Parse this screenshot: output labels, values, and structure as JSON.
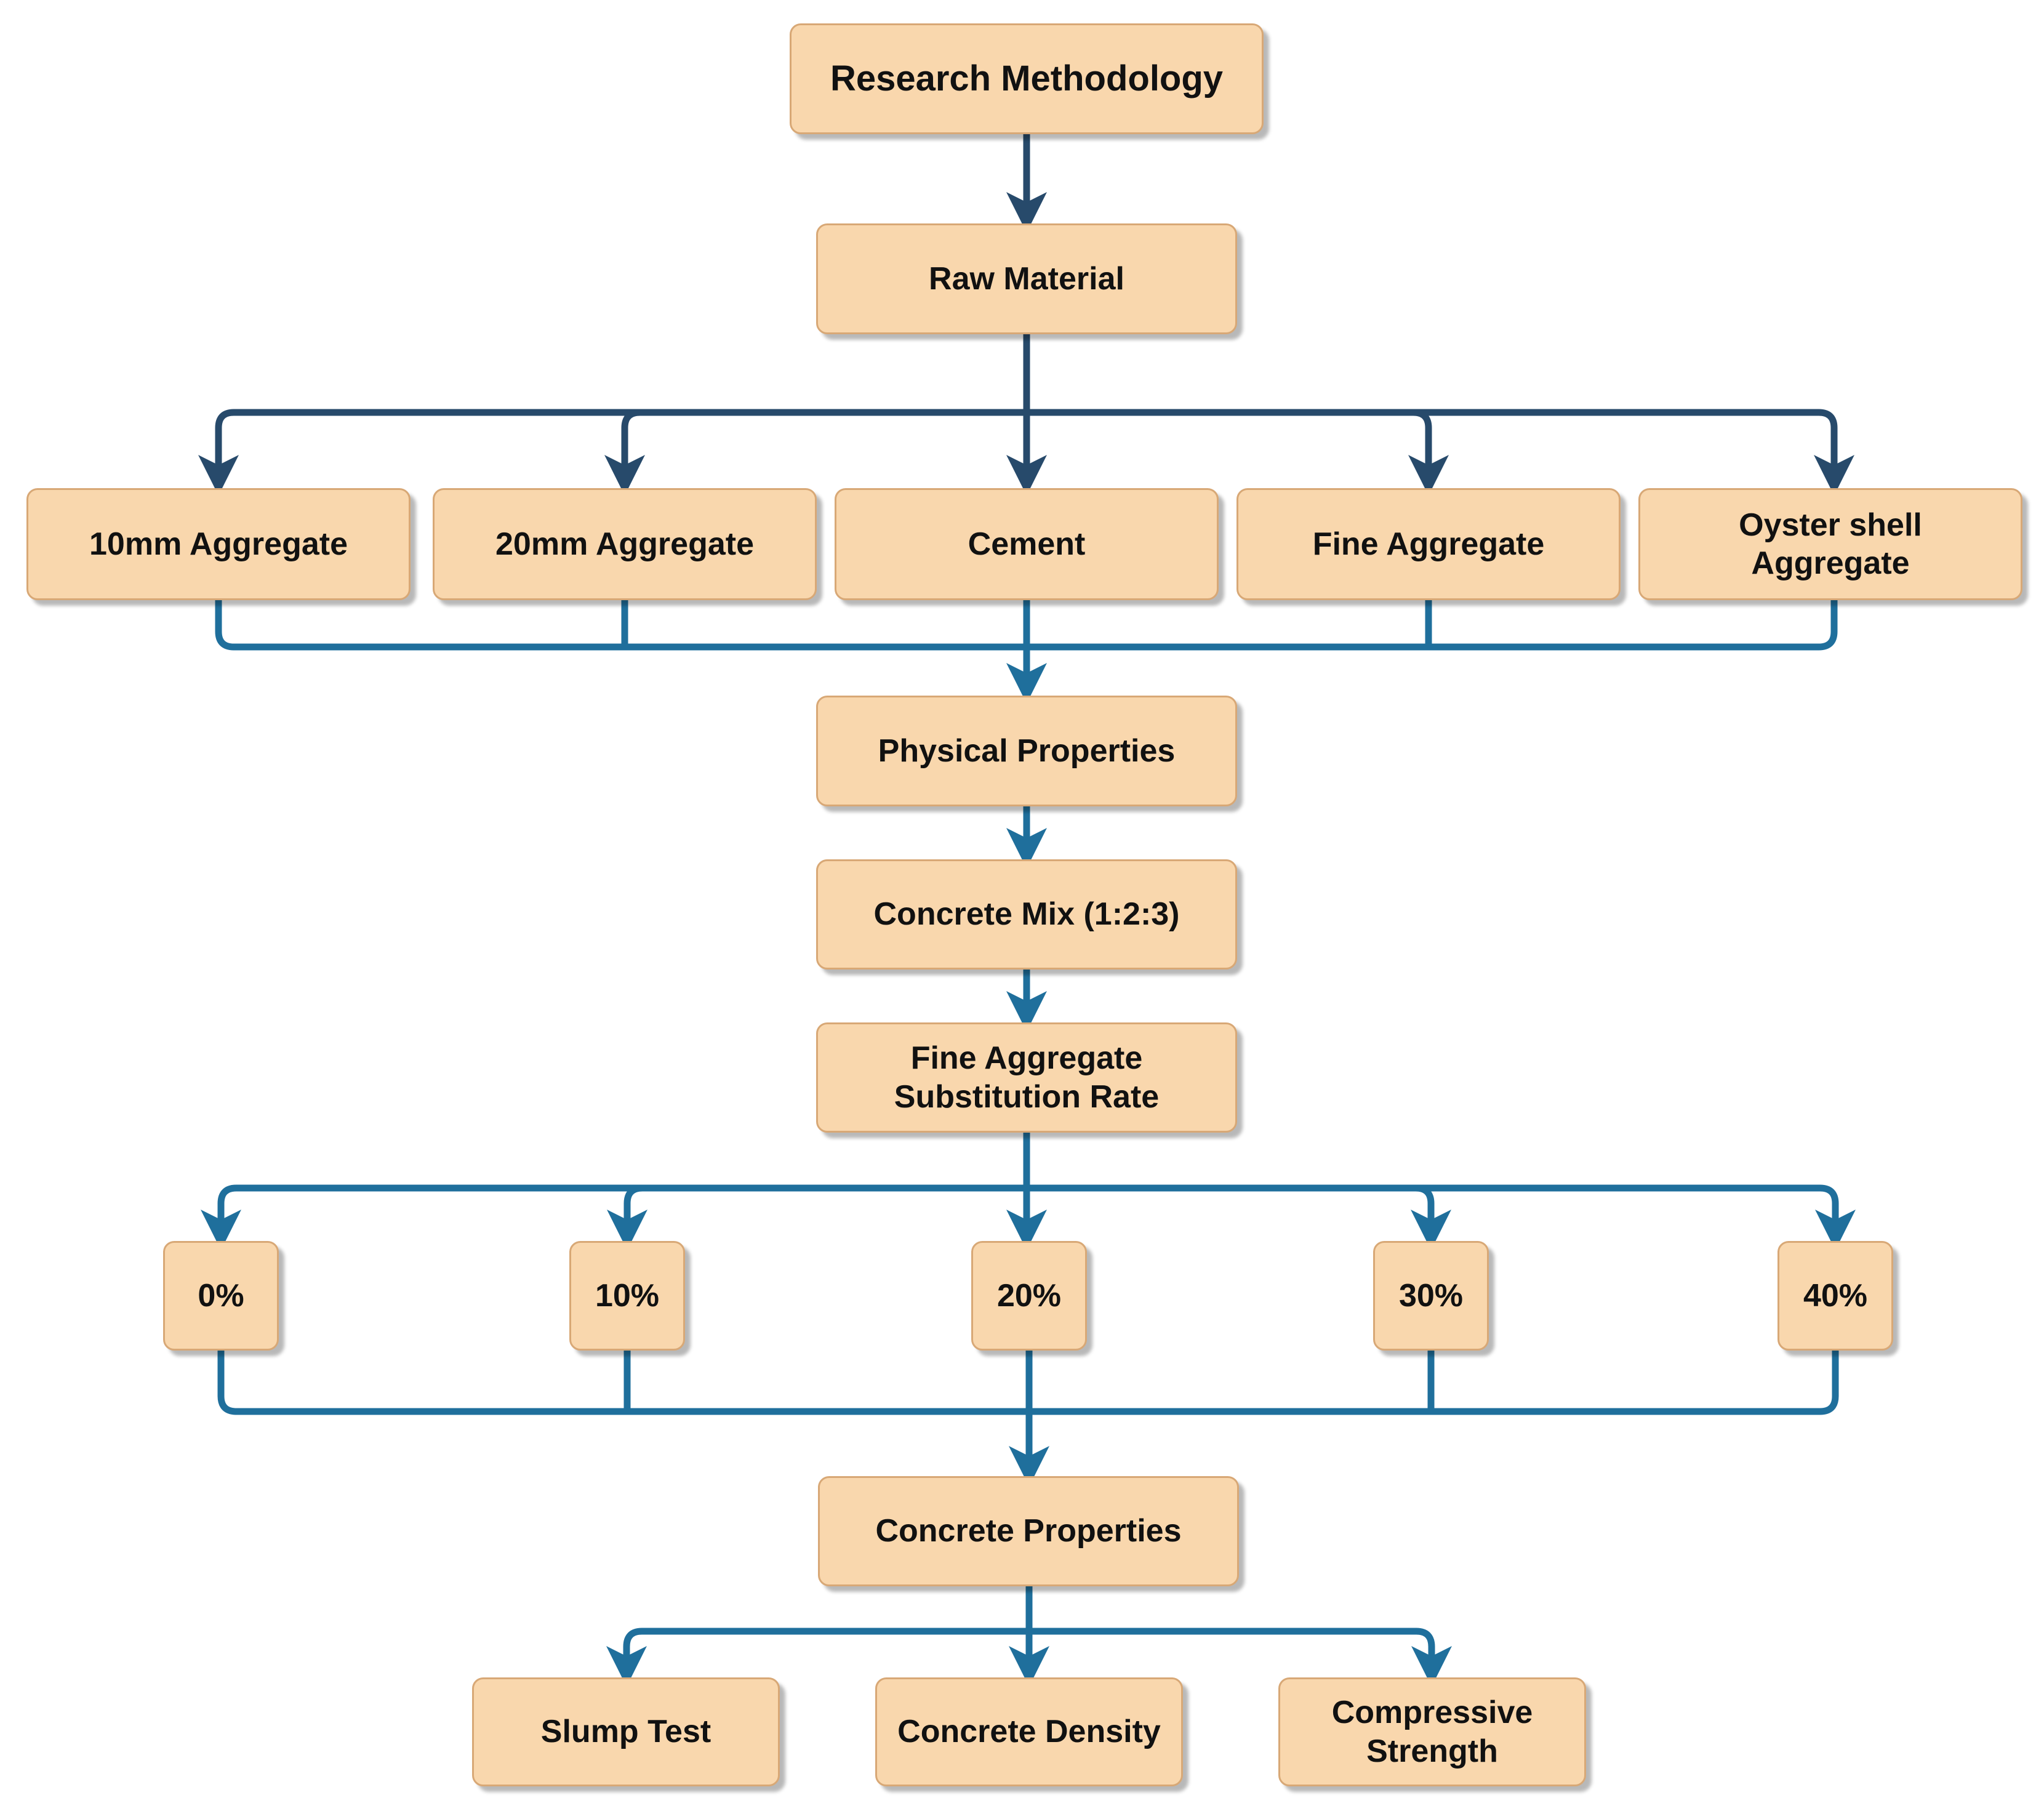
{
  "diagram": {
    "title": "Research Methodology",
    "raw_material": "Raw Material",
    "materials": [
      "10mm Aggregate",
      "20mm Aggregate",
      "Cement",
      "Fine Aggregate",
      "Oyster shell\nAggregate"
    ],
    "physical_properties": "Physical Properties",
    "concrete_mix": "Concrete Mix (1:2:3)",
    "substitution": "Fine Aggregate\nSubstitution Rate",
    "rates": [
      "0%",
      "10%",
      "20%",
      "30%",
      "40%"
    ],
    "concrete_properties": "Concrete Properties",
    "tests": [
      "Slump Test",
      "Concrete Density",
      "Compressive\nStrength"
    ]
  },
  "colors": {
    "box_fill": "#f9d7ad",
    "box_border": "#d8a876",
    "arrow_dark": "#274a6b",
    "arrow_blue": "#1f6f9c"
  }
}
